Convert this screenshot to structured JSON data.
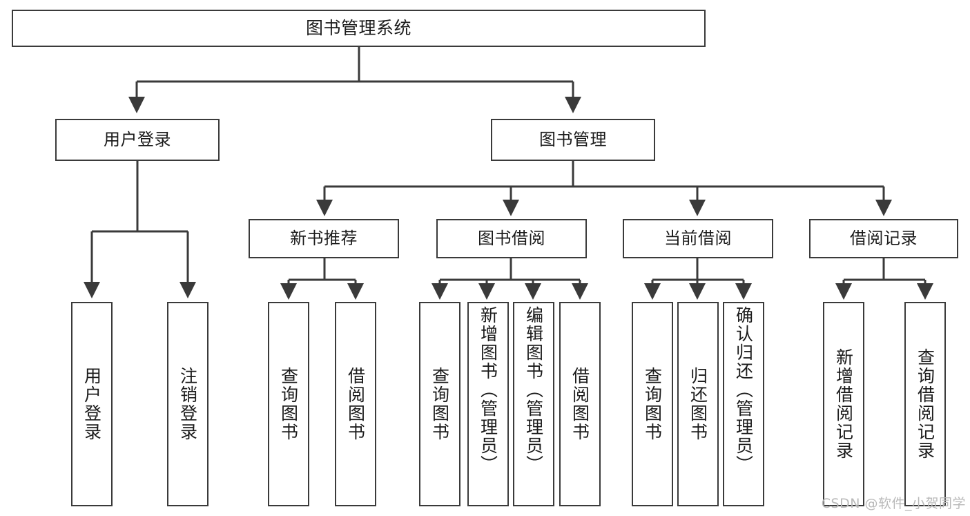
{
  "diagram": {
    "title": "图书管理系统",
    "type": "tree",
    "watermark": "CSDN @软件_小贺同学",
    "stroke_color": "#3a3a3a",
    "text_color": "#1b1b1b",
    "background": "#ffffff",
    "nodes": {
      "root": {
        "label": "图书管理系统"
      },
      "l1": [
        {
          "id": "user-login",
          "label": "用户登录"
        },
        {
          "id": "book-manage",
          "label": "图书管理"
        }
      ],
      "l2": [
        {
          "id": "new-book-recommend",
          "label": "新书推荐"
        },
        {
          "id": "book-borrow",
          "label": "图书借阅"
        },
        {
          "id": "current-borrow",
          "label": "当前借阅"
        },
        {
          "id": "borrow-record",
          "label": "借阅记录"
        }
      ],
      "leaves": {
        "user_login": [
          {
            "id": "user-login-leaf",
            "label": "用户登录"
          },
          {
            "id": "user-logout-leaf",
            "label": "注销登录"
          }
        ],
        "new_book_recommend": [
          {
            "id": "query-book-1",
            "label": "查询图书"
          },
          {
            "id": "borrow-book-1",
            "label": "借阅图书"
          }
        ],
        "book_borrow": [
          {
            "id": "query-book-2",
            "label": "查询图书"
          },
          {
            "id": "add-book-admin",
            "label": "新增图书（管理员）"
          },
          {
            "id": "edit-book-admin",
            "label": "编辑图书（管理员）"
          },
          {
            "id": "borrow-book-2",
            "label": "借阅图书"
          }
        ],
        "current_borrow": [
          {
            "id": "query-book-3",
            "label": "查询图书"
          },
          {
            "id": "return-book",
            "label": "归还图书"
          },
          {
            "id": "confirm-return-admin",
            "label": "确认归还（管理员）"
          }
        ],
        "borrow_record": [
          {
            "id": "add-borrow-record",
            "label": "新增借阅记录"
          },
          {
            "id": "query-borrow-record",
            "label": "查询借阅记录"
          }
        ]
      }
    },
    "edges": [
      {
        "from": "root",
        "to": "用户登录"
      },
      {
        "from": "root",
        "to": "图书管理"
      },
      {
        "from": "用户登录",
        "to": "用户登录"
      },
      {
        "from": "用户登录",
        "to": "注销登录"
      },
      {
        "from": "图书管理",
        "to": "新书推荐"
      },
      {
        "from": "图书管理",
        "to": "图书借阅"
      },
      {
        "from": "图书管理",
        "to": "当前借阅"
      },
      {
        "from": "图书管理",
        "to": "借阅记录"
      },
      {
        "from": "新书推荐",
        "to": "查询图书"
      },
      {
        "from": "新书推荐",
        "to": "借阅图书"
      },
      {
        "from": "图书借阅",
        "to": "查询图书"
      },
      {
        "from": "图书借阅",
        "to": "新增图书（管理员）"
      },
      {
        "from": "图书借阅",
        "to": "编辑图书（管理员）"
      },
      {
        "from": "图书借阅",
        "to": "借阅图书"
      },
      {
        "from": "当前借阅",
        "to": "查询图书"
      },
      {
        "from": "当前借阅",
        "to": "归还图书"
      },
      {
        "from": "当前借阅",
        "to": "确认归还（管理员）"
      },
      {
        "from": "借阅记录",
        "to": "新增借阅记录"
      },
      {
        "from": "借阅记录",
        "to": "查询借阅记录"
      }
    ]
  }
}
